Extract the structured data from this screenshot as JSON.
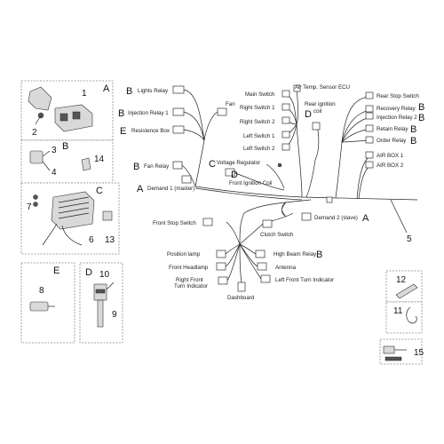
{
  "letters": {
    "A": "A",
    "B": "B",
    "C": "C",
    "D": "D",
    "E": "E"
  },
  "numbers": {
    "n1": "1",
    "n2": "2",
    "n3": "3",
    "n4": "4",
    "n5": "5",
    "n6": "6",
    "n7": "7",
    "n8": "8",
    "n9": "9",
    "n10": "10",
    "n11": "11",
    "n12": "12",
    "n13": "13",
    "n14": "14",
    "n15": "15"
  },
  "labels": {
    "lights_relay": "Lights Relay",
    "injection_relay_1": "Injection Relay 1",
    "resistence_box": "Resistence Box",
    "fan": "Fan",
    "fan_relay": "Fan Relay",
    "demand_1": "Demand 1 (master)",
    "voltage_regulator": "Voltage Regulator",
    "front_ignition_coil": "Front Ignition Coil",
    "main_switch": "Main Switch",
    "right_switch_1": "Right Switch 1",
    "right_switch_2": "Right Switch 2",
    "left_switch_1": "Left Switch 1",
    "left_switch_2": "Left Switch 2",
    "air_temp_sensor": "Air Temp. Sensor ECU",
    "rear_ignition_coil_1": "Rear ignition",
    "rear_ignition_coil_2": "coil",
    "rear_stop_switch": "Rear Stop Switch",
    "recovery_relay": "Recovery Relay",
    "injection_relay_2": "Injection Relay 2",
    "retain_relay": "Retain Relay",
    "order_relay": "Order Relay",
    "air_box_1": "AIR BOX 1",
    "air_box_2": "AIR BOX 2",
    "front_stop_switch": "Front Stop Switch",
    "clutch_switch": "Clutch Switch",
    "demand_2": "Demand 2 (slave)",
    "position_lamp": "Position lamp",
    "front_headlamp": "Front Headlamp",
    "right_front_turn_1": "Right Front",
    "right_front_turn_2": "Turn Indicator",
    "dashboard": "Dashboard",
    "high_beam_relay": "High Beam Relay",
    "antenna": "Antenna",
    "left_front_turn": "Left Front Turn Indicator"
  },
  "colors": {
    "ink": "#222222",
    "panel_border": "#888888",
    "part_fill": "#d9d9d9"
  }
}
